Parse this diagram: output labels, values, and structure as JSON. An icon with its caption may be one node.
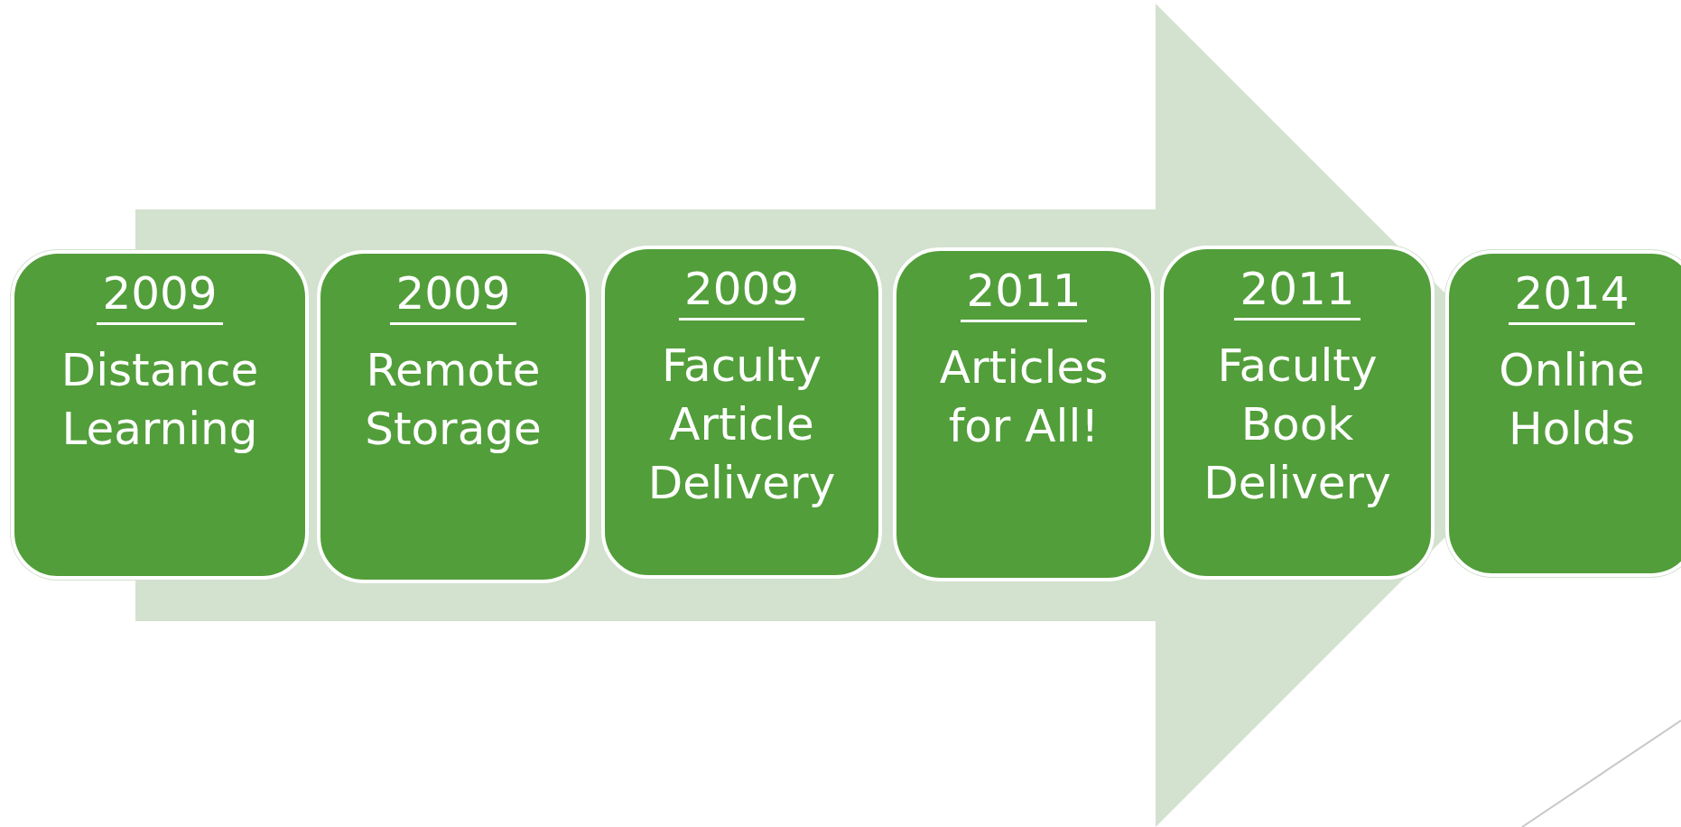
{
  "diagram": {
    "nodes": [
      {
        "text": [
          "2009",
          "Distance Learning"
        ]
      },
      {
        "text": [
          "2009",
          "Remote Storage"
        ]
      },
      {
        "text": [
          "2009",
          "Faculty Article Delivery"
        ]
      },
      {
        "text": [
          "2011",
          "Articles for All!"
        ]
      },
      {
        "text": [
          "2011",
          "Faculty Book Delivery"
        ]
      },
      {
        "text": [
          "2014",
          "Online Holds"
        ]
      }
    ],
    "edges": [
      {
        "from": 0,
        "to": 5,
        "arrow": "to"
      }
    ]
  }
}
